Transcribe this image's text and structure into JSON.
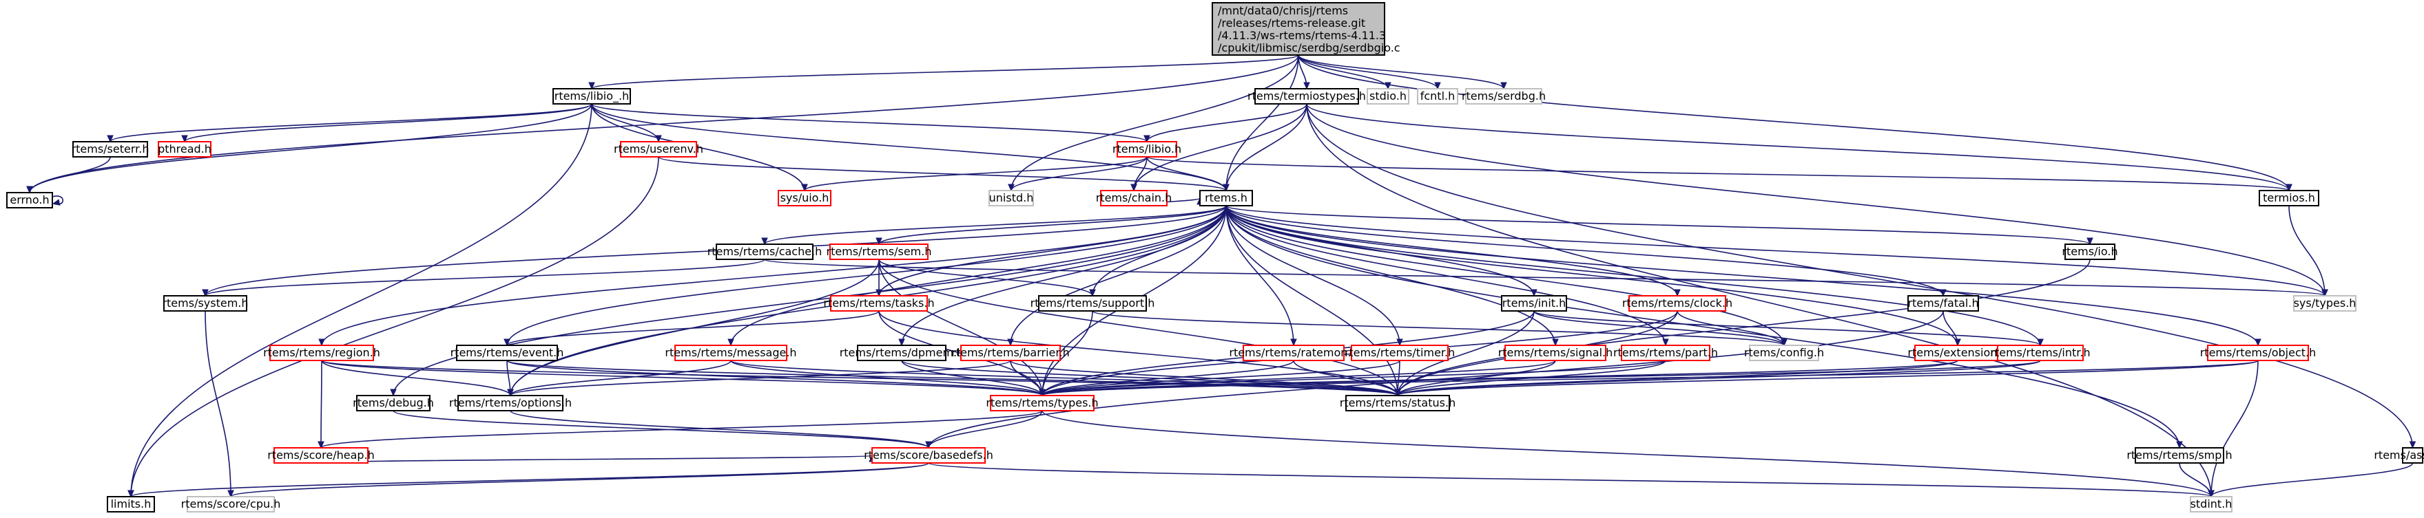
{
  "colors": {
    "root_fill": "#bfbfbf",
    "default_border": "#000000",
    "missing_border": "#bfbfbf",
    "missing_text": "#4d4d4d",
    "red_border": "#ff0000",
    "edge": "#191970"
  },
  "root": {
    "label_lines": [
      "/mnt/data0/chrisj/rtems",
      "/releases/rtems-release.git",
      "/4.11.3/ws-rtems/rtems-4.11.3",
      "/cpukit/libmisc/serdbg/serdbgio.c"
    ]
  },
  "nodes": {
    "libio_": {
      "label": "rtems/libio_.h",
      "style": "black"
    },
    "termiostypes": {
      "label": "rtems/termiostypes.h",
      "style": "black"
    },
    "stdio": {
      "label": "stdio.h",
      "style": "gray"
    },
    "fcntl": {
      "label": "fcntl.h",
      "style": "gray"
    },
    "serdbg": {
      "label": "rtems/serdbg.h",
      "style": "gray"
    },
    "seterr": {
      "label": "rtems/seterr.h",
      "style": "black"
    },
    "pthread": {
      "label": "pthread.h",
      "style": "red"
    },
    "userenv": {
      "label": "rtems/userenv.h",
      "style": "red"
    },
    "errno": {
      "label": "errno.h",
      "style": "black"
    },
    "libio": {
      "label": "rtems/libio.h",
      "style": "red"
    },
    "sysuio": {
      "label": "sys/uio.h",
      "style": "red"
    },
    "unistd": {
      "label": "unistd.h",
      "style": "gray"
    },
    "chain": {
      "label": "rtems/chain.h",
      "style": "red"
    },
    "rtemsh": {
      "label": "rtems.h",
      "style": "black"
    },
    "termios": {
      "label": "termios.h",
      "style": "black"
    },
    "cache": {
      "label": "rtems/rtems/cache.h",
      "style": "black"
    },
    "sem": {
      "label": "rtems/rtems/sem.h",
      "style": "red"
    },
    "io": {
      "label": "rtems/io.h",
      "style": "black"
    },
    "system": {
      "label": "rtems/system.h",
      "style": "black"
    },
    "tasks": {
      "label": "rtems/rtems/tasks.h",
      "style": "red"
    },
    "support": {
      "label": "rtems/rtems/support.h",
      "style": "black"
    },
    "init": {
      "label": "rtems/init.h",
      "style": "black"
    },
    "clock": {
      "label": "rtems/rtems/clock.h",
      "style": "red"
    },
    "fatal": {
      "label": "rtems/fatal.h",
      "style": "black"
    },
    "systypes": {
      "label": "sys/types.h",
      "style": "gray"
    },
    "region": {
      "label": "rtems/rtems/region.h",
      "style": "red"
    },
    "event": {
      "label": "rtems/rtems/event.h",
      "style": "black"
    },
    "message": {
      "label": "rtems/rtems/message.h",
      "style": "red"
    },
    "dpmem": {
      "label": "rtems/rtems/dpmem.h",
      "style": "black"
    },
    "barrier": {
      "label": "rtems/rtems/barrier.h",
      "style": "red"
    },
    "ratemon": {
      "label": "rtems/rtems/ratemon.h",
      "style": "red"
    },
    "timer": {
      "label": "rtems/rtems/timer.h",
      "style": "red"
    },
    "signal": {
      "label": "rtems/rtems/signal.h",
      "style": "red"
    },
    "part": {
      "label": "rtems/rtems/part.h",
      "style": "red"
    },
    "config": {
      "label": "rtems/config.h",
      "style": "gray"
    },
    "extension": {
      "label": "rtems/extension.h",
      "style": "red"
    },
    "intr": {
      "label": "rtems/rtems/intr.h",
      "style": "red"
    },
    "object": {
      "label": "rtems/rtems/object.h",
      "style": "red"
    },
    "debug": {
      "label": "rtems/debug.h",
      "style": "black"
    },
    "options": {
      "label": "rtems/rtems/options.h",
      "style": "black"
    },
    "types": {
      "label": "rtems/rtems/types.h",
      "style": "red"
    },
    "status": {
      "label": "rtems/rtems/status.h",
      "style": "black"
    },
    "heap": {
      "label": "rtems/score/heap.h",
      "style": "red"
    },
    "basedefs": {
      "label": "rtems/score/basedefs.h",
      "style": "red"
    },
    "smp": {
      "label": "rtems/rtems/smp.h",
      "style": "black"
    },
    "assoc": {
      "label": "rtems/assoc.h",
      "style": "black"
    },
    "limits": {
      "label": "limits.h",
      "style": "black"
    },
    "cpu": {
      "label": "rtems/score/cpu.h",
      "style": "gray"
    },
    "stdint": {
      "label": "stdint.h",
      "style": "gray"
    }
  },
  "edges": [
    [
      "root",
      "libio_"
    ],
    [
      "root",
      "termiostypes"
    ],
    [
      "root",
      "stdio"
    ],
    [
      "root",
      "fcntl"
    ],
    [
      "root",
      "serdbg"
    ],
    [
      "root",
      "errno"
    ],
    [
      "root",
      "unistd"
    ],
    [
      "root",
      "rtemsh"
    ],
    [
      "root",
      "termios"
    ],
    [
      "libio_",
      "seterr"
    ],
    [
      "libio_",
      "pthread"
    ],
    [
      "libio_",
      "userenv"
    ],
    [
      "libio_",
      "errno"
    ],
    [
      "libio_",
      "libio"
    ],
    [
      "libio_",
      "sysuio"
    ],
    [
      "libio_",
      "rtemsh"
    ],
    [
      "libio_",
      "limits"
    ],
    [
      "termiostypes",
      "libio"
    ],
    [
      "termiostypes",
      "chain"
    ],
    [
      "termiostypes",
      "rtemsh"
    ],
    [
      "termiostypes",
      "termios"
    ],
    [
      "termiostypes",
      "systypes"
    ],
    [
      "termiostypes",
      "assoc"
    ],
    [
      "termiostypes",
      "stdint"
    ],
    [
      "seterr",
      "errno"
    ],
    [
      "errno",
      "errno"
    ],
    [
      "userenv",
      "rtemsh"
    ],
    [
      "userenv",
      "limits"
    ],
    [
      "libio",
      "sysuio"
    ],
    [
      "libio",
      "unistd"
    ],
    [
      "libio",
      "chain"
    ],
    [
      "libio",
      "rtemsh"
    ],
    [
      "libio",
      "termios"
    ],
    [
      "chain",
      "rtemsh"
    ],
    [
      "rtemsh",
      "cache"
    ],
    [
      "rtemsh",
      "sem"
    ],
    [
      "rtemsh",
      "io"
    ],
    [
      "rtemsh",
      "system"
    ],
    [
      "rtemsh",
      "tasks"
    ],
    [
      "rtemsh",
      "support"
    ],
    [
      "rtemsh",
      "init"
    ],
    [
      "rtemsh",
      "clock"
    ],
    [
      "rtemsh",
      "fatal"
    ],
    [
      "rtemsh",
      "systypes"
    ],
    [
      "rtemsh",
      "region"
    ],
    [
      "rtemsh",
      "event"
    ],
    [
      "rtemsh",
      "message"
    ],
    [
      "rtemsh",
      "dpmem"
    ],
    [
      "rtemsh",
      "barrier"
    ],
    [
      "rtemsh",
      "ratemon"
    ],
    [
      "rtemsh",
      "timer"
    ],
    [
      "rtemsh",
      "signal"
    ],
    [
      "rtemsh",
      "part"
    ],
    [
      "rtemsh",
      "config"
    ],
    [
      "rtemsh",
      "extension"
    ],
    [
      "rtemsh",
      "intr"
    ],
    [
      "rtemsh",
      "object"
    ],
    [
      "rtemsh",
      "debug"
    ],
    [
      "rtemsh",
      "options"
    ],
    [
      "rtemsh",
      "types"
    ],
    [
      "rtemsh",
      "status"
    ],
    [
      "rtemsh",
      "smp"
    ],
    [
      "termios",
      "systypes"
    ],
    [
      "cache",
      "system"
    ],
    [
      "cache",
      "systypes"
    ],
    [
      "sem",
      "tasks"
    ],
    [
      "sem",
      "support"
    ],
    [
      "sem",
      "options"
    ],
    [
      "sem",
      "types"
    ],
    [
      "sem",
      "status"
    ],
    [
      "io",
      "status"
    ],
    [
      "system",
      "cpu"
    ],
    [
      "tasks",
      "event"
    ],
    [
      "tasks",
      "types"
    ],
    [
      "tasks",
      "status"
    ],
    [
      "support",
      "config"
    ],
    [
      "support",
      "types"
    ],
    [
      "init",
      "config"
    ],
    [
      "init",
      "types"
    ],
    [
      "init",
      "status"
    ],
    [
      "init",
      "intr"
    ],
    [
      "clock",
      "config"
    ],
    [
      "clock",
      "types"
    ],
    [
      "clock",
      "status"
    ],
    [
      "fatal",
      "extension"
    ],
    [
      "fatal",
      "basedefs"
    ],
    [
      "region",
      "heap"
    ],
    [
      "region",
      "options"
    ],
    [
      "region",
      "types"
    ],
    [
      "region",
      "status"
    ],
    [
      "event",
      "options"
    ],
    [
      "event",
      "types"
    ],
    [
      "event",
      "status"
    ],
    [
      "message",
      "options"
    ],
    [
      "message",
      "types"
    ],
    [
      "message",
      "status"
    ],
    [
      "dpmem",
      "types"
    ],
    [
      "dpmem",
      "status"
    ],
    [
      "barrier",
      "types"
    ],
    [
      "barrier",
      "status"
    ],
    [
      "barrier",
      "options"
    ],
    [
      "ratemon",
      "types"
    ],
    [
      "ratemon",
      "status"
    ],
    [
      "timer",
      "types"
    ],
    [
      "timer",
      "status"
    ],
    [
      "signal",
      "types"
    ],
    [
      "signal",
      "status"
    ],
    [
      "part",
      "types"
    ],
    [
      "part",
      "status"
    ],
    [
      "extension",
      "types"
    ],
    [
      "extension",
      "status"
    ],
    [
      "intr",
      "types"
    ],
    [
      "intr",
      "status"
    ],
    [
      "object",
      "types"
    ],
    [
      "object",
      "status"
    ],
    [
      "object",
      "stdint"
    ],
    [
      "debug",
      "basedefs"
    ],
    [
      "options",
      "basedefs"
    ],
    [
      "types",
      "heap"
    ],
    [
      "types",
      "basedefs"
    ],
    [
      "types",
      "stdint"
    ],
    [
      "heap",
      "basedefs"
    ],
    [
      "basedefs",
      "limits"
    ],
    [
      "basedefs",
      "cpu"
    ],
    [
      "basedefs",
      "stdint"
    ],
    [
      "smp",
      "stdint"
    ],
    [
      "assoc",
      "stdint"
    ]
  ]
}
